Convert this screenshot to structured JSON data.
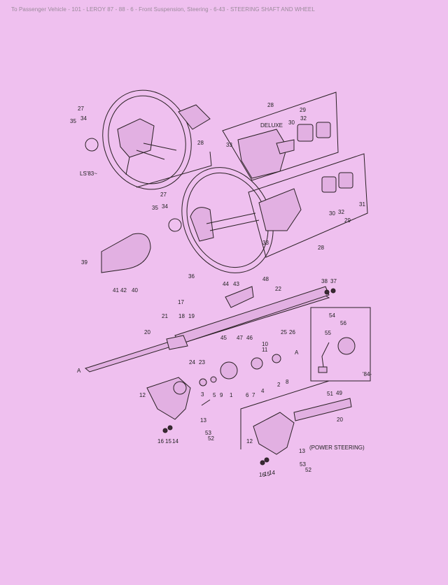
{
  "header": {
    "title": "To Passenger Vehicle - 101 - LEROY 87 - 88 - 6 - Front Suspension, Steering - 6-43 - STEERING SHAFT AND WHEEL"
  },
  "diagram": {
    "callouts": [
      "27",
      "35",
      "34",
      "28",
      "28",
      "DELUXE",
      "29",
      "30",
      "32",
      "33",
      "LS'83~",
      "27",
      "35",
      "34",
      "30",
      "32",
      "31",
      "29",
      "33",
      "28",
      "39",
      "41",
      "42",
      "40",
      "36",
      "44",
      "43",
      "48",
      "22",
      "38",
      "37",
      "17",
      "21",
      "18",
      "19",
      "20",
      "45",
      "47",
      "46",
      "25",
      "26",
      "24",
      "23",
      "A",
      "A",
      "10",
      "11",
      "2",
      "8",
      "54",
      "56",
      "55",
      "'84-",
      "12",
      "3",
      "5",
      "9",
      "1",
      "6",
      "7",
      "4",
      "13",
      "16",
      "15",
      "14",
      "53",
      "52",
      "51",
      "49",
      "20",
      "12",
      "13",
      "(POWER STEERING)",
      "53",
      "52",
      "16",
      "15",
      "14"
    ]
  }
}
